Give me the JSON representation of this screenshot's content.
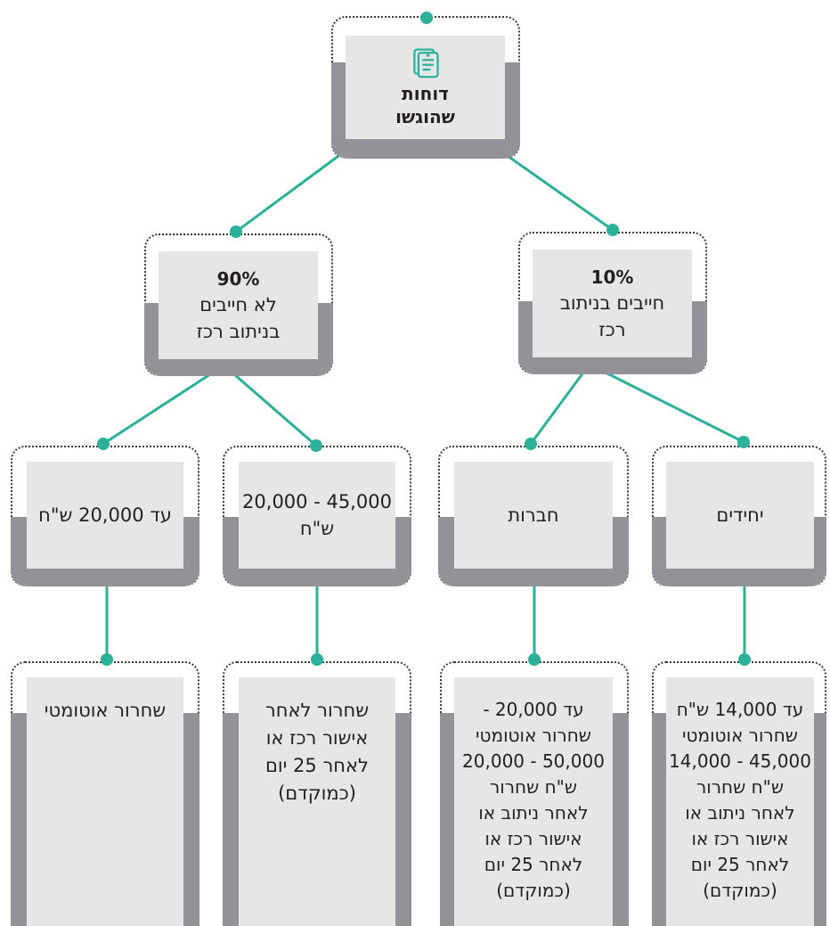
{
  "colors": {
    "accent": "#2bb19a",
    "box_fill": "#e6e6e6",
    "box_shadow": "#939298"
  },
  "root": {
    "icon": "document-icon",
    "title_line1": "דוחות",
    "title_line2": "שהוגשו"
  },
  "level1": {
    "left": {
      "percent": "90%",
      "line1": "לא חייבים",
      "line2": "בניתוב רכז"
    },
    "right": {
      "percent": "10%",
      "line1": "חייבים בניתוב",
      "line2": "רכז"
    }
  },
  "level2": {
    "a": {
      "label": "עד 20,000 ש\"ח"
    },
    "b": {
      "line1": "20,000 - 45,000",
      "line2": "ש\"ח"
    },
    "c": {
      "label": "חברות"
    },
    "d": {
      "label": "יחידים"
    }
  },
  "level3": {
    "a": {
      "lines": [
        "שחרור אוטומטי"
      ]
    },
    "b": {
      "lines": [
        "שחרור לאחר",
        "אישור רכז או",
        "לאחר 25 יום",
        "(כמוקדם)"
      ]
    },
    "c": {
      "lines": [
        "עד 20,000 -",
        "שחרור אוטומטי",
        "20,000 - 50,000",
        "ש\"ח שחרור",
        "לאחר ניתוב או",
        "אישור רכז או",
        "לאחר 25 יום",
        "(כמוקדם)"
      ]
    },
    "d": {
      "lines": [
        "עד 14,000 ש\"ח",
        "שחרור אוטומטי",
        "14,000 - 45,000",
        "ש\"ח שחרור",
        "לאחר ניתוב או",
        "אישור רכז או",
        "לאחר 25 יום",
        "(כמוקדם)"
      ]
    }
  }
}
